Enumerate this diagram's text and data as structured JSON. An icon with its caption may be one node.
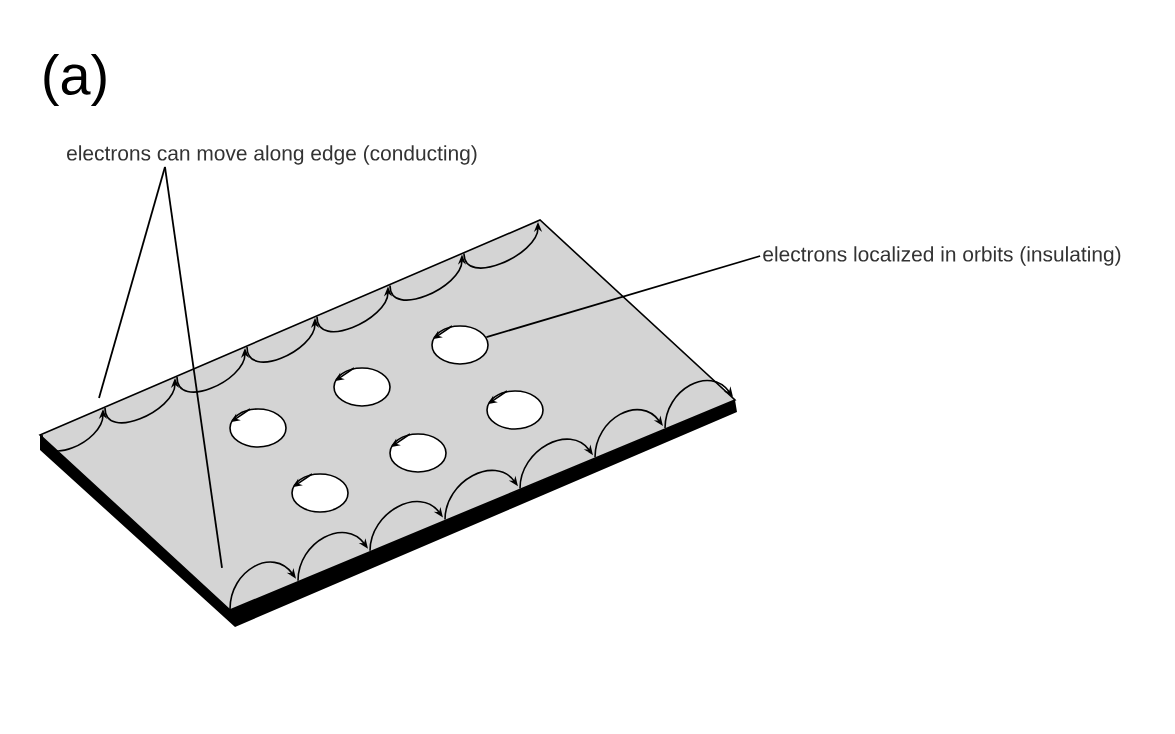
{
  "diagram": {
    "nodes": [
      {
        "text": [
          "electrons can move along edge (conducting)"
        ]
      },
      {
        "text": [
          "electrons localized in orbits (insulating)"
        ]
      },
      {
        "text": [],
        "shape": "circle"
      }
    ],
    "edges": [
      {
        "from": 0,
        "to": null,
        "arrow": "none"
      },
      {
        "from": 0,
        "to": null,
        "arrow": "none"
      },
      {
        "from": 1,
        "to": 2,
        "arrow": "none"
      }
    ],
    "labels": [
      "(a)"
    ]
  }
}
